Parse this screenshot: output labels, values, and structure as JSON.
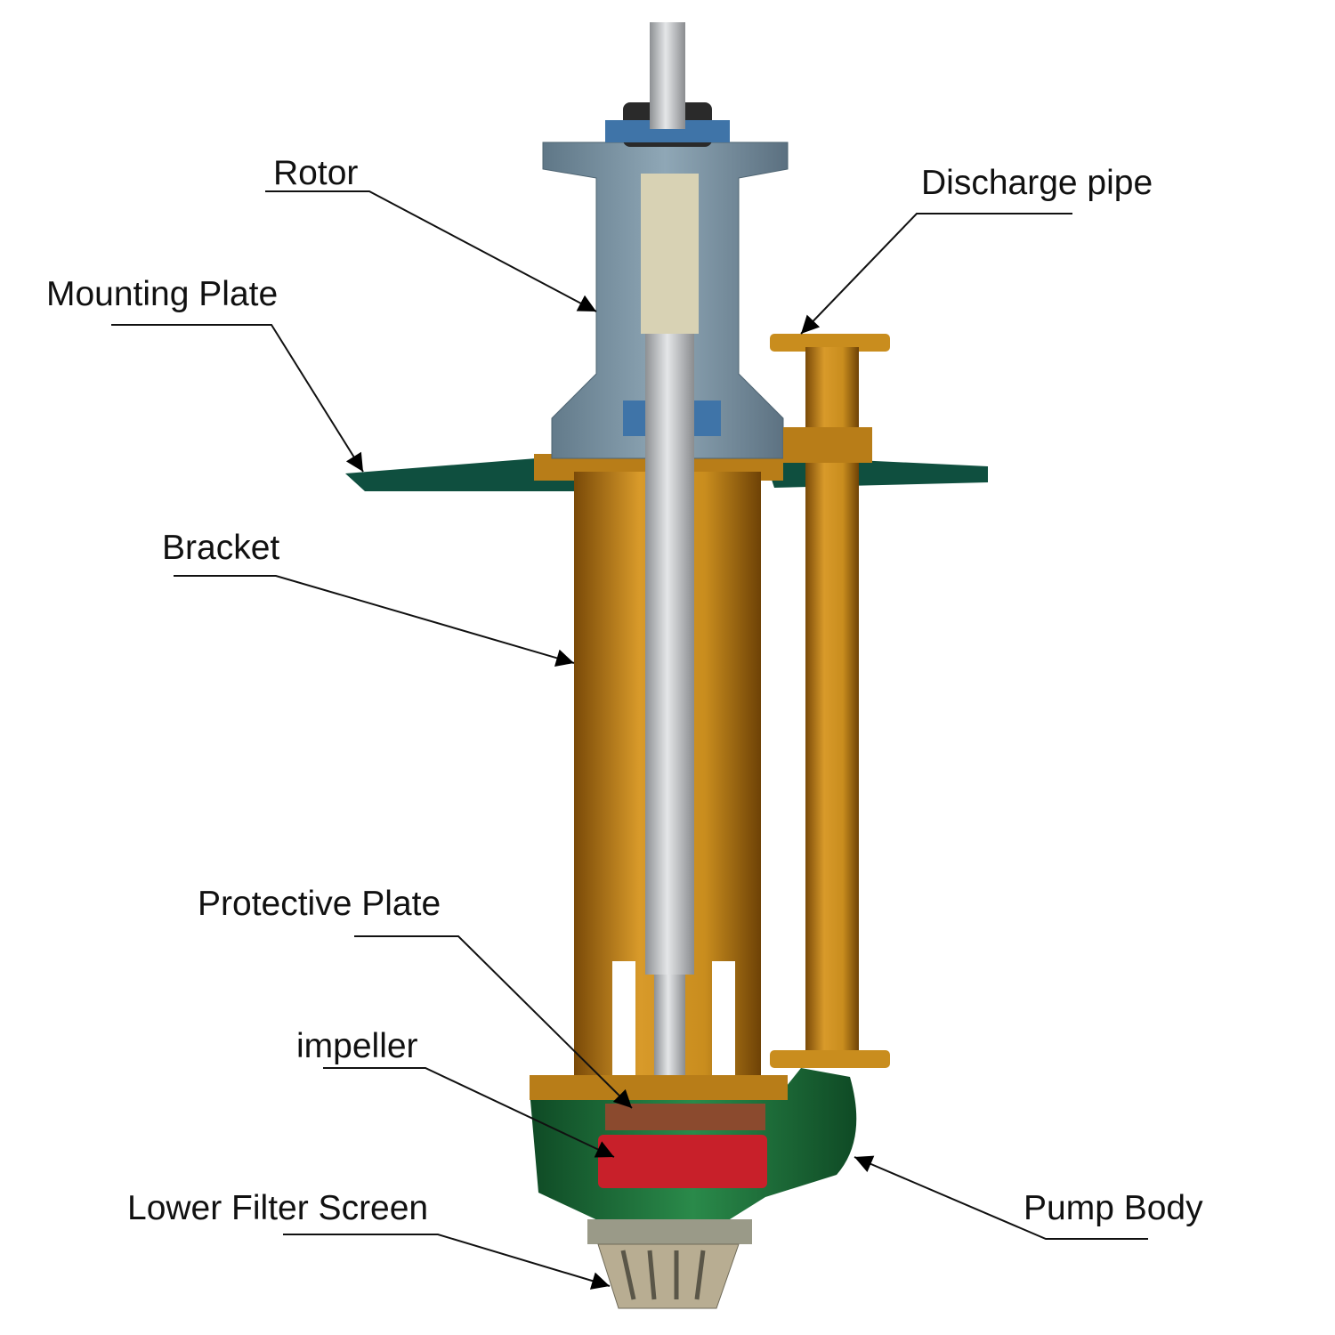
{
  "labels": {
    "rotor": "Rotor",
    "discharge_pipe": "Discharge pipe",
    "mounting_plate": "Mounting Plate",
    "bracket": "Bracket",
    "protective_plate": "Protective Plate",
    "impeller": "impeller",
    "lower_filter_screen": "Lower Filter Screen",
    "pump_body": "Pump Body"
  },
  "colors": {
    "housing": "#7f98a8",
    "bracket": "#c98d1e",
    "mounting_plate": "#0f4f3f",
    "pump_body": "#1e6b3a",
    "impeller": "#c8202a",
    "shaft": "#b9bcbf",
    "filter": "#b8ad92"
  }
}
